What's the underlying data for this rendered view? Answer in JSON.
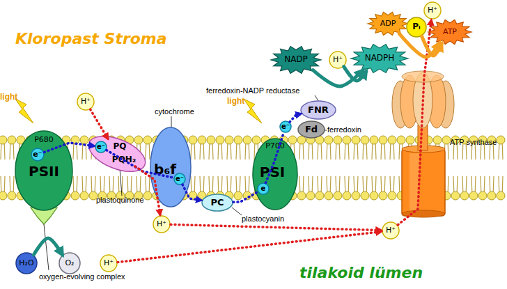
{
  "diagram": {
    "nodes": [
      {
        "text": [
          "P680",
          "PSII"
        ]
      },
      {
        "text": [
          "e⁻"
        ],
        "in": 0
      },
      {
        "text": [
          "PQ",
          "PQH₂"
        ]
      },
      {
        "text": [
          "e⁻"
        ],
        "in": 2
      },
      {
        "text": [
          "b₆f"
        ]
      },
      {
        "text": [
          "e⁻"
        ],
        "in": 4
      },
      {
        "text": [
          "PC"
        ]
      },
      {
        "text": [
          "P700",
          "PSI"
        ]
      },
      {
        "text": [
          "e"
        ],
        "in": 7
      },
      {
        "text": [
          "e⁻"
        ]
      },
      {
        "text": [
          "Fd"
        ]
      },
      {
        "text": [
          "FNR"
        ]
      },
      {
        "text": [
          "NADP"
        ]
      },
      {
        "text": [
          "H⁺"
        ]
      },
      {
        "text": [
          "NADPH"
        ]
      },
      {
        "text": [
          "ADP"
        ]
      },
      {
        "text": [
          "Pᵢ"
        ]
      },
      {
        "text": [
          "ATP"
        ]
      },
      {
        "text": [
          "H⁺"
        ]
      },
      {
        "text": [
          "H⁺"
        ]
      },
      {
        "text": [
          "H⁺"
        ]
      },
      {
        "text": [
          "H₂O"
        ]
      },
      {
        "text": [
          "O₂"
        ]
      },
      {
        "text": [
          "H⁺"
        ]
      },
      {
        "text": [
          "H⁺"
        ]
      }
    ],
    "edges": [
      {
        "from": 1,
        "to": 3,
        "arrow": "to"
      },
      {
        "from": 3,
        "to": 5,
        "arrow": "none"
      },
      {
        "from": 5,
        "to": 6,
        "arrow": "to"
      },
      {
        "from": 6,
        "to": 8,
        "arrow": "none"
      },
      {
        "from": 8,
        "to": 9,
        "arrow": "none"
      },
      {
        "from": 9,
        "to": 11,
        "arrow": "to"
      },
      {
        "from": 19,
        "to": 2,
        "arrow": "to"
      },
      {
        "from": 2,
        "to": 20,
        "arrow": "to"
      },
      {
        "from": 20,
        "to": 24,
        "arrow": "to"
      },
      {
        "from": 23,
        "to": 24,
        "arrow": "to"
      },
      {
        "from": 24,
        "to": 18,
        "arrow": "to"
      },
      {
        "from": 12,
        "to": 14,
        "arrow": "to"
      },
      {
        "from": 13,
        "to": 14,
        "arrow": "to"
      },
      {
        "from": 15,
        "to": 17,
        "arrow": "to"
      },
      {
        "from": 16,
        "to": 17,
        "arrow": "to"
      },
      {
        "from": 21,
        "to": 22,
        "arrow": "to"
      }
    ],
    "labels": [
      "Kloropast Stroma",
      "tilakoid lümen",
      "light",
      "light",
      "ferredoxin-NADP reductase",
      "cytochrome",
      "ferredoxin",
      "ATP synthase",
      "plastoquinone",
      "plastocyanin",
      "oxygen-evolving complex"
    ]
  }
}
